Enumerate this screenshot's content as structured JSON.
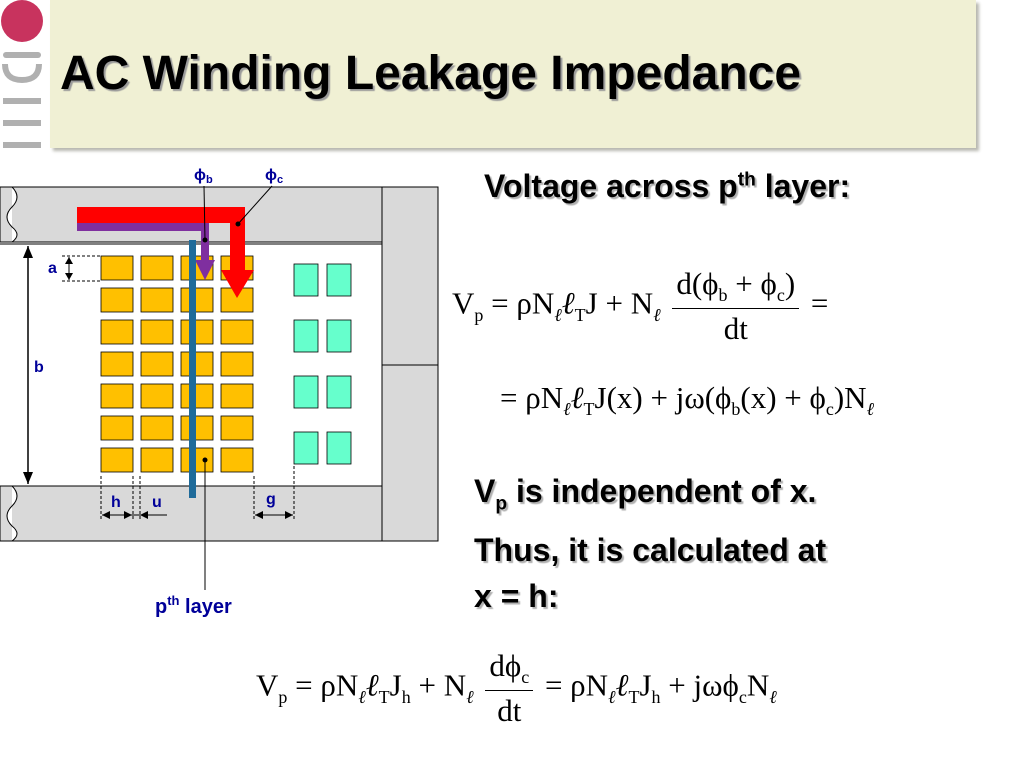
{
  "slide": {
    "title": "AC Winding Leakage Impedance",
    "heading": {
      "main": "Voltage across p",
      "sup": "th",
      "tail": " layer:"
    },
    "statement": {
      "line1_main": "V",
      "line1_sub": "p",
      "line1_tail": " is independent of x.",
      "line2": "Thus, it is calculated at",
      "line3": "x = h:"
    }
  },
  "diagram": {
    "label_phi_b": "b",
    "label_phi_c": "c",
    "label_a": "a",
    "label_b": "b",
    "label_h": "h",
    "label_u": "u",
    "label_g": "g",
    "layer_label_main": "p",
    "layer_label_sup": "th",
    "layer_label_tail": " layer"
  },
  "equations": {
    "eq1": {
      "lhs": "V",
      "lhs_sub": "p",
      "t1": "= ρN",
      "ell": "ℓ",
      "ellT": "ℓ",
      "T": "T",
      "J": "J",
      "plus": "+ N",
      "num": "d(ϕ",
      "num_b": "b",
      "num_mid": " + ϕ",
      "num_c": "c",
      "num_end": ")",
      "den": "dt",
      "eq_end": "="
    },
    "eq2": {
      "t1": "= ρN",
      "T": "T",
      "J": "J(x) + jω(ϕ",
      "b": "b",
      "mid": "(x) + ϕ",
      "c": "c",
      "end": ")N"
    },
    "eq3": {
      "lhs": "V",
      "lhs_sub": "p",
      "t1": "= ρN",
      "T": "T",
      "J": "J",
      "h": "h",
      "plus": "+ N",
      "num": "dϕ",
      "num_c": "c",
      "den": "dt",
      "t2": "= ρN",
      "T2": "T",
      "J2": "J",
      "h2": "h",
      "t3": "+ jωϕ",
      "c3": "c",
      "end": "N"
    }
  },
  "colors": {
    "core": "#d9d9d9",
    "primary_conductor": "#ffc000",
    "secondary_conductor": "#66ffcc",
    "flux_c_arrow": "#ff0000",
    "flux_b_arrow": "#7f2f9f",
    "layer_bar": "#1f6b9a",
    "label_blue": "#000099",
    "title_bg": "#f0f0d4"
  },
  "logo": {
    "icon": "university-logo-icon"
  }
}
